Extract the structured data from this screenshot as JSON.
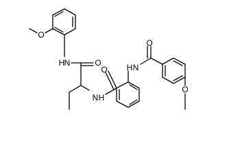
{
  "molecule": {
    "atom_labels": {
      "methoxy_o_top": "O",
      "amide_nh_left": "N",
      "amide_nh_left_h": "H",
      "carbonyl_o_top": "O",
      "amide_nh_center": "N",
      "amide_nh_center_h": "H",
      "carbonyl_o_middle": "O",
      "amide_nh_right_h": "H",
      "amide_nh_right": "N",
      "carbonyl_o_right": "O",
      "methoxy_o_bottom": "O"
    },
    "colors": {
      "bond": "#000000",
      "label": "#000000",
      "background": "#ffffff"
    }
  }
}
